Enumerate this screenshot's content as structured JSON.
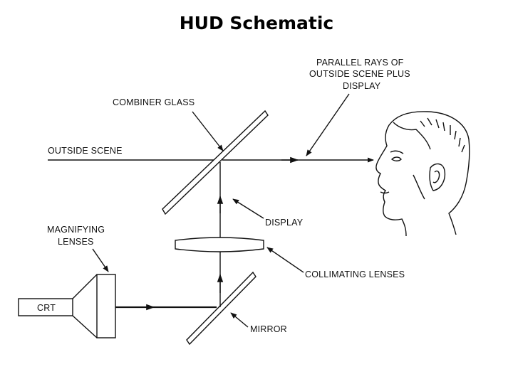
{
  "title": "HUD Schematic",
  "labels": {
    "parallel_rays": [
      "PARALLEL RAYS OF",
      "OUTSIDE SCENE PLUS",
      "DISPLAY"
    ],
    "combiner_glass": "COMBINER GLASS",
    "outside_scene": "OUTSIDE SCENE",
    "display": "DISPLAY",
    "magnifying_lenses": [
      "MAGNIFYING",
      "LENSES"
    ],
    "collimating_lenses": "COLLIMATING LENSES",
    "crt": "CRT",
    "mirror": "MIRROR"
  }
}
